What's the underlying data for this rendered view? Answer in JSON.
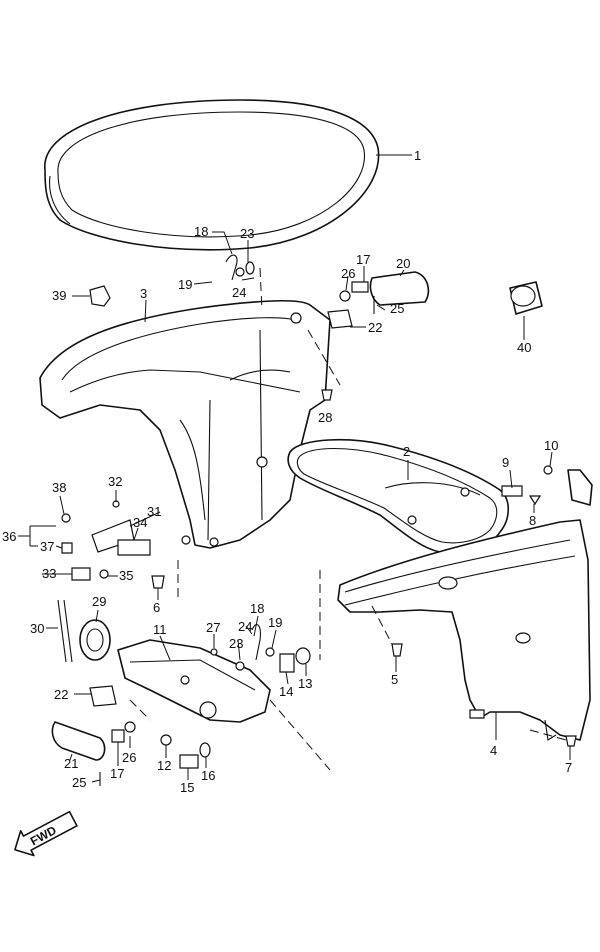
{
  "callouts": [
    "1",
    "2",
    "3",
    "4",
    "5",
    "6",
    "7",
    "8",
    "9",
    "10",
    "11",
    "12",
    "13",
    "14",
    "15",
    "16",
    "17",
    "18",
    "19",
    "20",
    "21",
    "22",
    "23",
    "24",
    "25",
    "26",
    "27",
    "28",
    "29",
    "30",
    "31",
    "32",
    "33",
    "34",
    "35",
    "36",
    "37",
    "38",
    "39",
    "40"
  ],
  "direction_badge": "FWD"
}
